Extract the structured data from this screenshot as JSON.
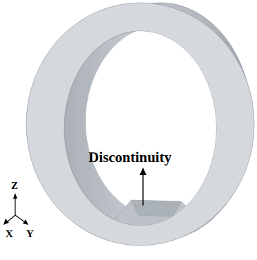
{
  "diagram": {
    "labels": [
      "Discontinuity",
      "Z",
      "X",
      "Y"
    ]
  }
}
